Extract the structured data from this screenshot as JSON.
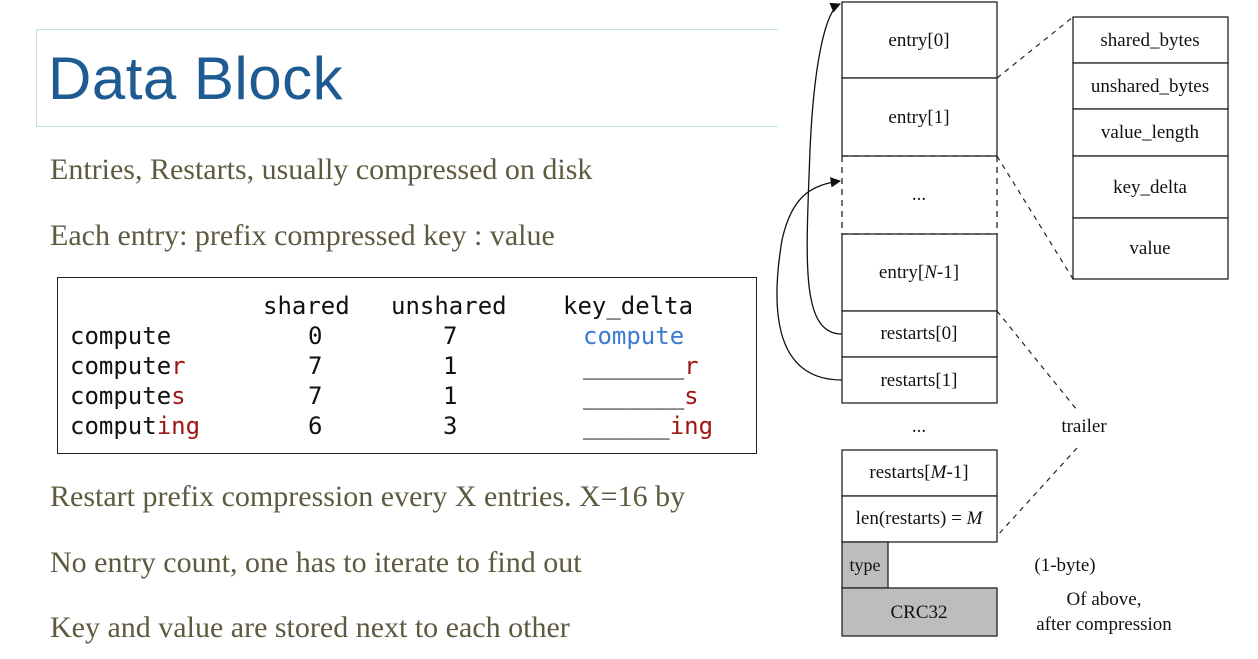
{
  "slide": {
    "title": "Data Block",
    "bullets": [
      "Entries, Restarts, usually compressed on disk",
      "Each entry: prefix compressed key : value",
      "Restart prefix compression every X entries. X=16 by",
      "No entry count, one has to iterate to find out",
      "Key and value are stored next to each other"
    ]
  },
  "example_table": {
    "headers": [
      "shared",
      "unshared",
      "key_delta"
    ],
    "rows": [
      {
        "key_prefix": "compute",
        "key_suffix": "",
        "shared": "0",
        "unshared": "7",
        "delta_prefix": "",
        "delta_suffix": "compute"
      },
      {
        "key_prefix": "compute",
        "key_suffix": "r",
        "shared": "7",
        "unshared": "1",
        "delta_prefix": "_______",
        "delta_suffix": "r"
      },
      {
        "key_prefix": "compute",
        "key_suffix": "s",
        "shared": "7",
        "unshared": "1",
        "delta_prefix": "_______",
        "delta_suffix": "s"
      },
      {
        "key_prefix": "comput",
        "key_suffix": "ing",
        "shared": "6",
        "unshared": "3",
        "delta_prefix": "______",
        "delta_suffix": "ing"
      }
    ],
    "colors": {
      "suffix": "#a11515",
      "first_delta": "#3b7bd1"
    }
  },
  "diagram": {
    "blocks": {
      "entry0": "entry[0]",
      "entry1": "entry[1]",
      "entry_ellipsis": "...",
      "entryN_pre": "entry[",
      "entryN_var": "N",
      "entryN_post": "-1]",
      "restarts0": "restarts[0]",
      "restarts1": "restarts[1]",
      "restarts_ellipsis": "...",
      "restartsM_pre": "restarts[",
      "restartsM_var": "M",
      "restartsM_post": "-1]",
      "len_pre": "len(restarts) = ",
      "len_var": "M",
      "type": "type",
      "crc": "CRC32"
    },
    "entry_fields": [
      "shared_bytes",
      "unshared_bytes",
      "value_length",
      "key_delta",
      "value"
    ],
    "labels": {
      "trailer": "trailer",
      "one_byte": "(1-byte)",
      "of_above": "Of above,",
      "after_compression": "after compression"
    },
    "colors": {
      "gray_fill": "#bdbdbd"
    }
  }
}
